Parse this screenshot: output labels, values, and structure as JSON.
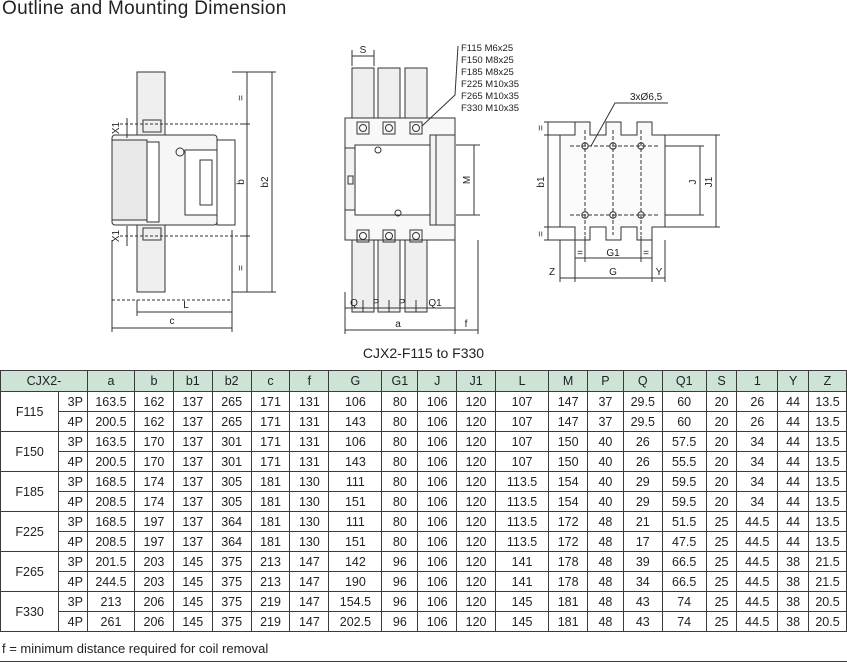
{
  "title": "Outline and Mounting Dimension",
  "drawings": {
    "side": {
      "labels": {
        "X1a": "X1",
        "X1b": "X1",
        "eq_top": "=",
        "eq_bottom": "=",
        "b": "b",
        "b2": "b2",
        "L": "L",
        "c": "c"
      }
    },
    "front": {
      "labels": {
        "S": "S",
        "M": "M",
        "Q": "Q",
        "P1": "P",
        "P2": "P",
        "Q1": "Q1",
        "a": "a",
        "f": "f"
      },
      "screws": [
        "F115 M6x25",
        "F150 M8x25",
        "F185 M8x25",
        "F225 M10x35",
        "F265 M10x35",
        "F330 M10x35"
      ]
    },
    "mount": {
      "labels": {
        "holes": "3xØ6,5",
        "eq_a": "=",
        "eq_b": "=",
        "eq_c": "=",
        "eq_d": "=",
        "b1": "b1",
        "J": "J",
        "J1": "J1",
        "G1": "G1",
        "Z": "Z",
        "G": "G",
        "Y": "Y"
      }
    }
  },
  "caption": "CJX2-F115 to F330",
  "table": {
    "header": [
      "CJX2-",
      "a",
      "b",
      "b1",
      "b2",
      "c",
      "f",
      "G",
      "G1",
      "J",
      "J1",
      "L",
      "M",
      "P",
      "Q",
      "Q1",
      "S",
      "1",
      "Y",
      "Z"
    ],
    "groups": [
      {
        "model": "F115",
        "rows": [
          {
            "pole": "3P",
            "values": [
              "163.5",
              "162",
              "137",
              "265",
              "171",
              "131",
              "106",
              "80",
              "106",
              "120",
              "107",
              "147",
              "37",
              "29.5",
              "60",
              "20",
              "26",
              "44",
              "13.5"
            ]
          },
          {
            "pole": "4P",
            "values": [
              "200.5",
              "162",
              "137",
              "265",
              "171",
              "131",
              "143",
              "80",
              "106",
              "120",
              "107",
              "147",
              "37",
              "29.5",
              "60",
              "20",
              "26",
              "44",
              "13.5"
            ]
          }
        ]
      },
      {
        "model": "F150",
        "rows": [
          {
            "pole": "3P",
            "values": [
              "163.5",
              "170",
              "137",
              "301",
              "171",
              "131",
              "106",
              "80",
              "106",
              "120",
              "107",
              "150",
              "40",
              "26",
              "57.5",
              "20",
              "34",
              "44",
              "13.5"
            ]
          },
          {
            "pole": "4P",
            "values": [
              "200.5",
              "170",
              "137",
              "301",
              "171",
              "131",
              "143",
              "80",
              "106",
              "120",
              "107",
              "150",
              "40",
              "26",
              "55.5",
              "20",
              "34",
              "44",
              "13.5"
            ]
          }
        ]
      },
      {
        "model": "F185",
        "rows": [
          {
            "pole": "3P",
            "values": [
              "168.5",
              "174",
              "137",
              "305",
              "181",
              "130",
              "111",
              "80",
              "106",
              "120",
              "113.5",
              "154",
              "40",
              "29",
              "59.5",
              "20",
              "34",
              "44",
              "13.5"
            ]
          },
          {
            "pole": "4P",
            "values": [
              "208.5",
              "174",
              "137",
              "305",
              "181",
              "130",
              "151",
              "80",
              "106",
              "120",
              "113.5",
              "154",
              "40",
              "29",
              "59.5",
              "20",
              "34",
              "44",
              "13.5"
            ]
          }
        ]
      },
      {
        "model": "F225",
        "rows": [
          {
            "pole": "3P",
            "values": [
              "168.5",
              "197",
              "137",
              "364",
              "181",
              "130",
              "111",
              "80",
              "106",
              "120",
              "113.5",
              "172",
              "48",
              "21",
              "51.5",
              "25",
              "44.5",
              "44",
              "13.5"
            ]
          },
          {
            "pole": "4P",
            "values": [
              "208.5",
              "197",
              "137",
              "364",
              "181",
              "130",
              "151",
              "80",
              "106",
              "120",
              "113.5",
              "172",
              "48",
              "17",
              "47.5",
              "25",
              "44.5",
              "44",
              "13.5"
            ]
          }
        ]
      },
      {
        "model": "F265",
        "rows": [
          {
            "pole": "3P",
            "values": [
              "201.5",
              "203",
              "145",
              "375",
              "213",
              "147",
              "142",
              "96",
              "106",
              "120",
              "141",
              "178",
              "48",
              "39",
              "66.5",
              "25",
              "44.5",
              "38",
              "21.5"
            ]
          },
          {
            "pole": "4P",
            "values": [
              "244.5",
              "203",
              "145",
              "375",
              "213",
              "147",
              "190",
              "96",
              "106",
              "120",
              "141",
              "178",
              "48",
              "34",
              "66.5",
              "25",
              "44.5",
              "38",
              "21.5"
            ]
          }
        ]
      },
      {
        "model": "F330",
        "rows": [
          {
            "pole": "3P",
            "values": [
              "213",
              "206",
              "145",
              "375",
              "219",
              "147",
              "154.5",
              "96",
              "106",
              "120",
              "145",
              "181",
              "48",
              "43",
              "74",
              "25",
              "44.5",
              "38",
              "20.5"
            ]
          },
          {
            "pole": "4P",
            "values": [
              "261",
              "206",
              "145",
              "375",
              "219",
              "147",
              "202.5",
              "96",
              "106",
              "120",
              "145",
              "181",
              "48",
              "43",
              "74",
              "25",
              "44.5",
              "38",
              "20.5"
            ]
          }
        ]
      }
    ]
  },
  "footnote": "f = minimum distance required for coil removal"
}
